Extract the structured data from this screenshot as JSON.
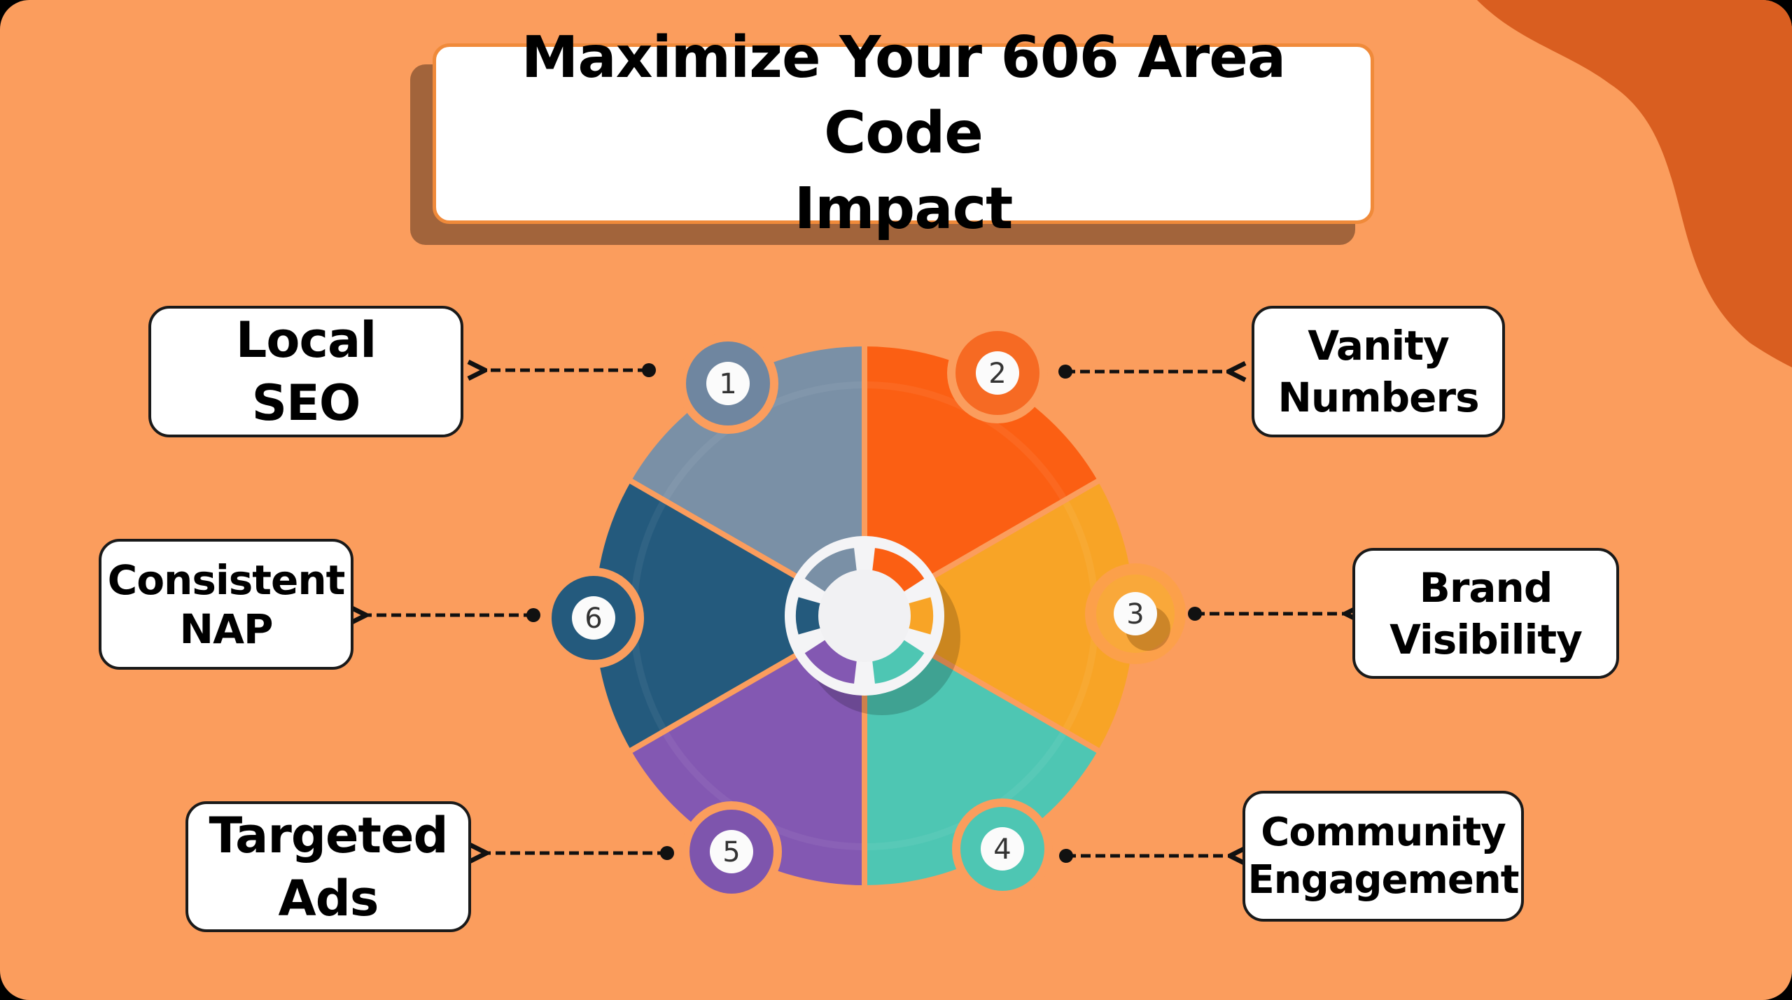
{
  "title": {
    "line1": "Maximize Your 606 Area Code",
    "line2": "Impact"
  },
  "colors": {
    "background": "#fb9d5d",
    "corner_blob": "#d95e20",
    "title_border": "#f08a3a",
    "segment_1": "#7a90a6",
    "segment_2": "#fb5f13",
    "segment_3": "#f8a426",
    "segment_4": "#4ec6b3",
    "segment_5": "#8358b2",
    "segment_6": "#245a7d"
  },
  "steps": [
    {
      "number": "1",
      "label": "Local\nSEO",
      "color_name": "slate-gray"
    },
    {
      "number": "2",
      "label": "Vanity\nNumbers",
      "color_name": "orange"
    },
    {
      "number": "3",
      "label": "Brand\nVisibility",
      "color_name": "amber"
    },
    {
      "number": "4",
      "label": "Community\nEngagement",
      "color_name": "teal"
    },
    {
      "number": "5",
      "label": "Targeted\nAds",
      "color_name": "purple"
    },
    {
      "number": "6",
      "label": "Consistent\nNAP",
      "color_name": "navy"
    }
  ]
}
